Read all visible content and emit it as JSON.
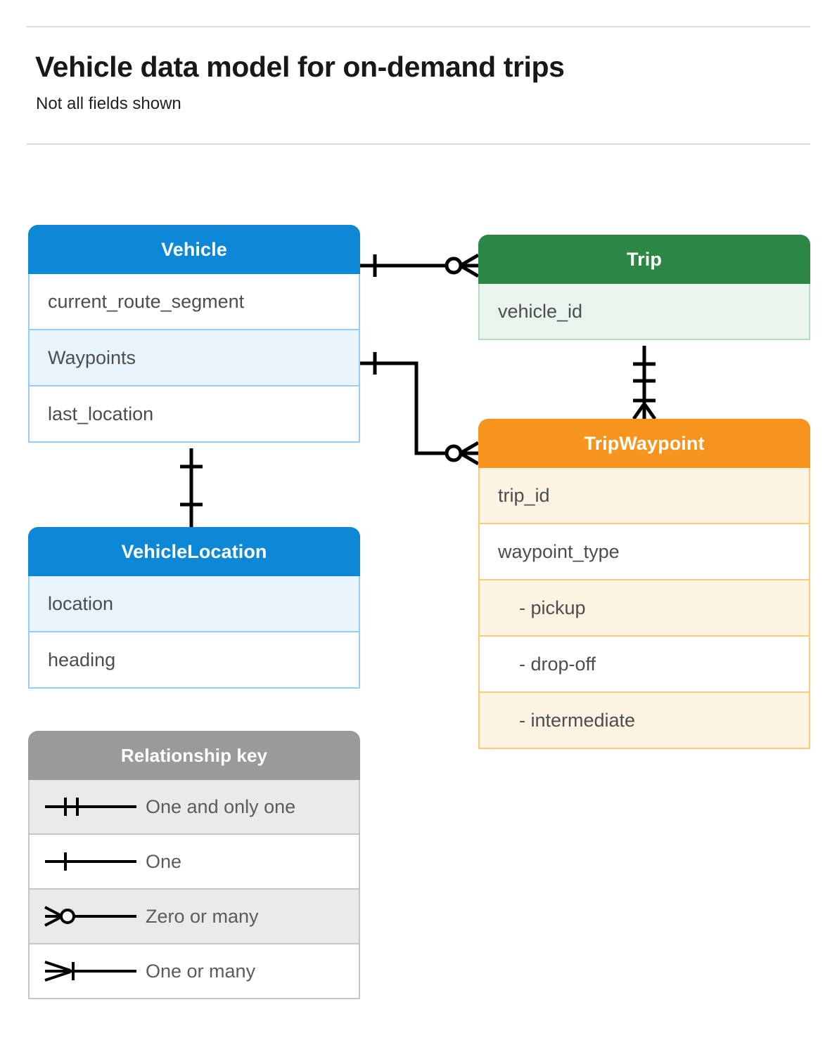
{
  "header": {
    "title": "Vehicle data model for on-demand trips",
    "subtitle": "Not all fields shown"
  },
  "colors": {
    "vehicle": "#0d88d6",
    "trip": "#2b8743",
    "tripwaypoint": "#f6941d",
    "legend": "#9a9a9a",
    "text": "#4d4d4d",
    "connector": "#000000",
    "rule": "#dcdcdc"
  },
  "entities": [
    {
      "id": "vehicle",
      "name": "Vehicle",
      "theme": "blue",
      "fields": [
        {
          "label": "current_route_segment",
          "shaded": false,
          "indent": false
        },
        {
          "label": "Waypoints",
          "shaded": true,
          "indent": false
        },
        {
          "label": "last_location",
          "shaded": false,
          "indent": false
        }
      ]
    },
    {
      "id": "vehicle_location",
      "name": "VehicleLocation",
      "theme": "blue",
      "fields": [
        {
          "label": "location",
          "shaded": true,
          "indent": false
        },
        {
          "label": "heading",
          "shaded": false,
          "indent": false
        }
      ]
    },
    {
      "id": "trip",
      "name": "Trip",
      "theme": "green",
      "fields": [
        {
          "label": "vehicle_id",
          "shaded": true,
          "indent": false
        }
      ]
    },
    {
      "id": "tripwaypoint",
      "name": "TripWaypoint",
      "theme": "orange",
      "fields": [
        {
          "label": "trip_id",
          "shaded": true,
          "indent": false
        },
        {
          "label": "waypoint_type",
          "shaded": false,
          "indent": false
        },
        {
          "label": "- pickup",
          "shaded": true,
          "indent": true
        },
        {
          "label": "- drop-off",
          "shaded": false,
          "indent": true
        },
        {
          "label": "- intermediate",
          "shaded": true,
          "indent": true
        }
      ]
    }
  ],
  "legend": {
    "title": "Relationship key",
    "items": [
      {
        "symbol": "one-and-only-one",
        "label": "One and only one"
      },
      {
        "symbol": "one",
        "label": "One"
      },
      {
        "symbol": "zero-or-many",
        "label": "Zero or many"
      },
      {
        "symbol": "one-or-many",
        "label": "One or many"
      }
    ]
  },
  "relationships": [
    {
      "id": "vehicle-to-trip",
      "from": "Vehicle",
      "to": "Trip",
      "from_cardinality": "one",
      "to_cardinality": "zero-or-many"
    },
    {
      "id": "vehicle-waypoints-to-tripwaypoint",
      "from": "Vehicle.Waypoints",
      "to": "TripWaypoint",
      "from_cardinality": "one",
      "to_cardinality": "zero-or-many"
    },
    {
      "id": "vehicle-to-vehiclelocation",
      "from": "Vehicle",
      "to": "VehicleLocation",
      "from_cardinality": "one",
      "to_cardinality": "one"
    },
    {
      "id": "trip-to-tripwaypoint",
      "from": "Trip",
      "to": "TripWaypoint",
      "from_cardinality": "one-and-only-one",
      "to_cardinality": "one-or-many"
    }
  ]
}
